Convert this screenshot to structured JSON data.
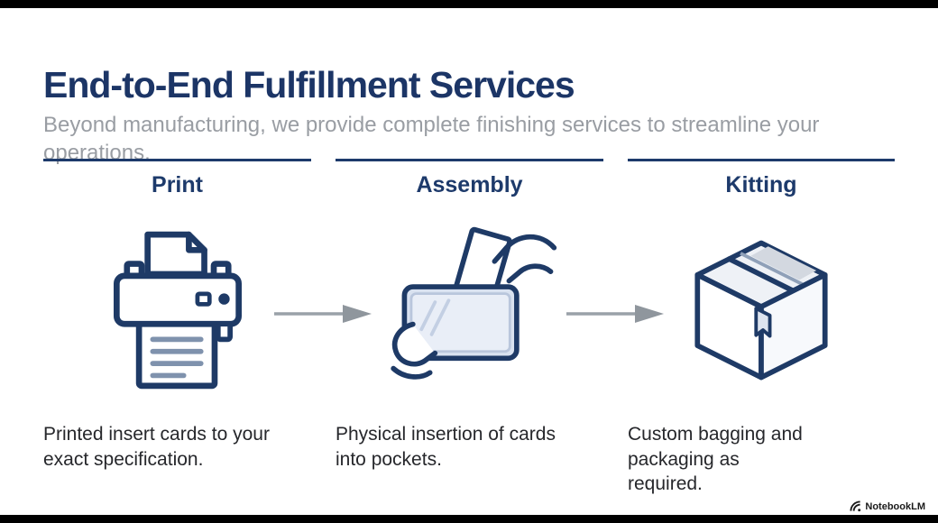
{
  "header": {
    "title": "End-to-End Fulfillment Services",
    "subtitle": "Beyond manufacturing, we provide complete finishing services to streamline your operations."
  },
  "columns": [
    {
      "title": "Print",
      "icon": "printer-icon",
      "description": "Printed insert cards to your exact specification."
    },
    {
      "title": "Assembly",
      "icon": "card-insertion-icon",
      "description": "Physical insertion of cards into pockets."
    },
    {
      "title": "Kitting",
      "icon": "shipping-box-icon",
      "description": "Custom bagging and packaging as required."
    }
  ],
  "arrows": {
    "icon": "right-arrow-icon",
    "count": 2
  },
  "footer": {
    "brand": "NotebookLM",
    "icon": "notebooklm-logo-icon"
  },
  "colors": {
    "navy": "#1d3a6b",
    "title_navy": "#1c3566",
    "subtitle_gray": "#999da3",
    "arrow_gray": "#949ba2",
    "text_dark": "#26272b",
    "pocket_fill": "#d9e2f0",
    "edge_bar_black": "#000000"
  }
}
